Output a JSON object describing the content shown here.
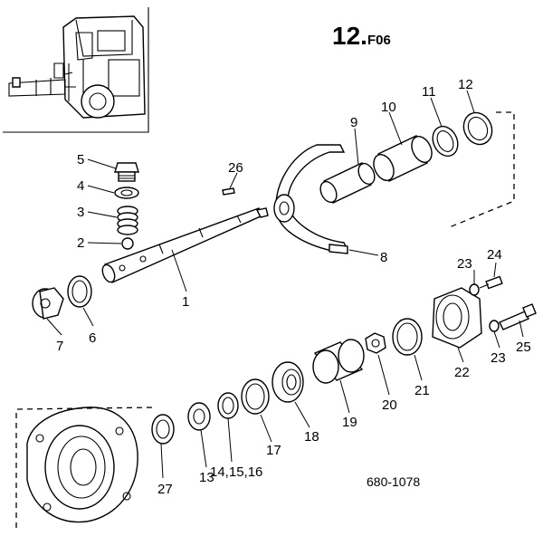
{
  "header": {
    "page_number": "12.",
    "page_code": "F06"
  },
  "footer": {
    "drawing_number": "680-1078"
  },
  "callouts": [
    {
      "id": "1",
      "text": "1"
    },
    {
      "id": "2",
      "text": "2"
    },
    {
      "id": "3",
      "text": "3"
    },
    {
      "id": "4",
      "text": "4"
    },
    {
      "id": "5",
      "text": "5"
    },
    {
      "id": "6",
      "text": "6"
    },
    {
      "id": "7",
      "text": "7"
    },
    {
      "id": "8",
      "text": "8"
    },
    {
      "id": "9",
      "text": "9"
    },
    {
      "id": "10",
      "text": "10"
    },
    {
      "id": "11",
      "text": "11"
    },
    {
      "id": "12",
      "text": "12"
    },
    {
      "id": "13",
      "text": "13"
    },
    {
      "id": "14",
      "text": "14,15,16"
    },
    {
      "id": "17",
      "text": "17"
    },
    {
      "id": "18",
      "text": "18"
    },
    {
      "id": "19",
      "text": "19"
    },
    {
      "id": "20",
      "text": "20"
    },
    {
      "id": "21",
      "text": "21"
    },
    {
      "id": "22",
      "text": "22"
    },
    {
      "id": "23a",
      "text": "23"
    },
    {
      "id": "23b",
      "text": "23"
    },
    {
      "id": "24",
      "text": "24"
    },
    {
      "id": "25",
      "text": "25"
    },
    {
      "id": "26",
      "text": "26"
    },
    {
      "id": "27",
      "text": "27"
    }
  ]
}
